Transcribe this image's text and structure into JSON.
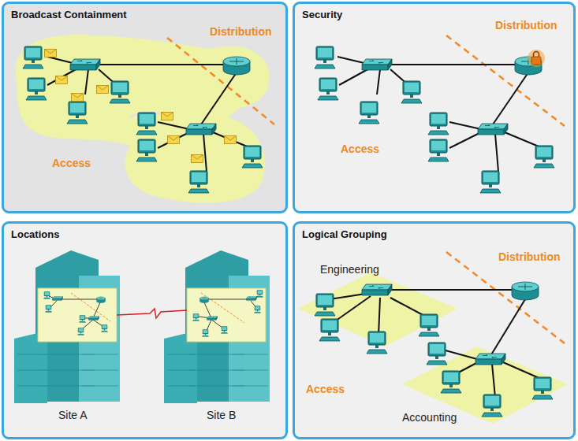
{
  "diagram": {
    "nodes": [
      {
        "text": [
          "Broadcast Containment"
        ]
      },
      {
        "text": [
          "Security"
        ]
      },
      {
        "text": [
          "Locations"
        ]
      },
      {
        "text": [
          "Logical Grouping"
        ]
      }
    ],
    "labels": [
      "Distribution",
      "Access",
      "Distribution",
      "Access",
      "Site A",
      "Site B",
      "Engineering",
      "Distribution",
      "Access",
      "Accounting"
    ]
  }
}
